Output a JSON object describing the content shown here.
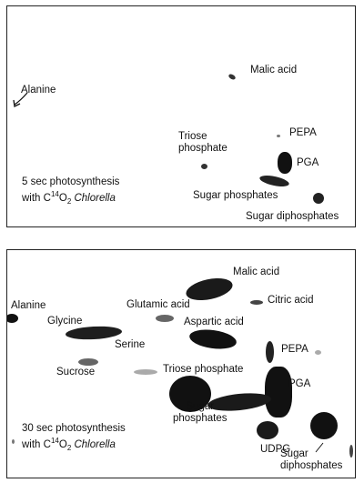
{
  "panel_top": {
    "labels": {
      "malic_acid": "Malic acid",
      "alanine": "Alanine",
      "pepa": "PEPA",
      "triose_phosphate": "Triose\nphosphate",
      "pga": "PGA",
      "sugar_phosphates": "Sugar phosphates",
      "sugar_diphosphates": "Sugar diphosphates"
    },
    "caption": {
      "line1": "5 sec photosynthesis",
      "with": "with C",
      "isotope": "14",
      "o2": "O",
      "o2_sub": "2",
      "organism": "Chlorella"
    }
  },
  "panel_bottom": {
    "labels": {
      "malic_acid": "Malic acid",
      "alanine": "Alanine",
      "citric_acid": "Citric acid",
      "glutamic_acid": "Glutamic acid",
      "glycine": "Glycine",
      "aspartic_acid": "Aspartic acid",
      "serine": "Serine",
      "pepa": "PEPA",
      "sucrose": "Sucrose",
      "triose_phosphate": "Triose phosphate",
      "pga": "PGA",
      "sugar_phosphates": "Sugar\nphosphates",
      "udpg": "UDPG",
      "sugar_diphosphates": "Sugar\ndiphosphates"
    },
    "caption": {
      "line1": "30 sec photosynthesis",
      "with": "with C",
      "isotope": "14",
      "o2": "O",
      "o2_sub": "2",
      "organism": "Chlorella"
    }
  }
}
